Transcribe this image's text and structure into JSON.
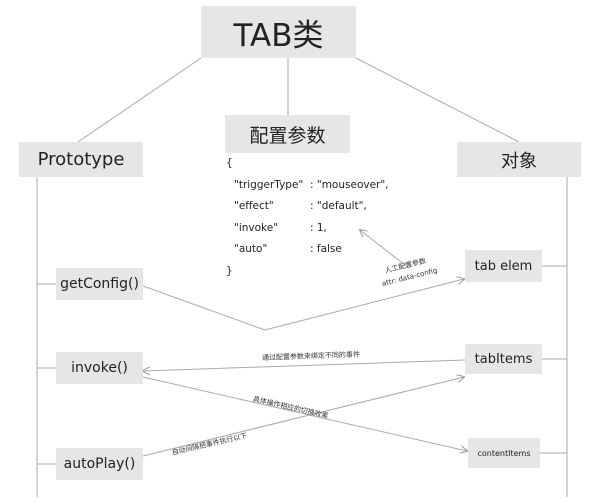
{
  "diagram": {
    "title": "TAB类",
    "config_title": "配置参数",
    "prototype_label": "Prototype",
    "object_label": "对象",
    "methods": [
      "getConfig()",
      "invoke()",
      "autoPlay()"
    ],
    "objects": [
      "tab elem",
      "tabItems",
      "contentItems"
    ],
    "config_code": {
      "open": "{",
      "close": "}",
      "entries": [
        {
          "key": "\"triggerType\"",
          "value": ": \"mouseover\","
        },
        {
          "key": "\"effect\"",
          "value": ": \"default\","
        },
        {
          "key": "\"invoke\"",
          "value": ": 1,"
        },
        {
          "key": "\"auto\"",
          "value": ": false"
        }
      ]
    },
    "annotations": {
      "manual_config": "人工配置参数",
      "attr_config": "attr: data-config",
      "bind_events": "通过配置参数来绑定不同的事件",
      "switch_effect": "具体操作相应的切换效果",
      "auto_exec": "自动间隔把事件执行以下"
    }
  },
  "colors": {
    "box_fill": "#e6e6e6",
    "line": "#aaaaaa",
    "text": "#222222"
  }
}
